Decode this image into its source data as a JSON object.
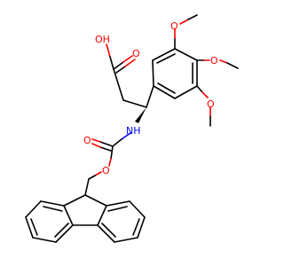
{
  "atoms": {
    "hydroxyl": "OH",
    "carbonyl_acid": "O",
    "methoxy_top": "O",
    "methoxy_mid": "O",
    "methoxy_bottom": "O",
    "amine": "NH",
    "carbonyl_carbamate": "O",
    "ester_o": "O"
  },
  "colors": {
    "oxygen": "#ff0000",
    "nitrogen": "#0000ff",
    "carbon_bond": "#000000"
  }
}
